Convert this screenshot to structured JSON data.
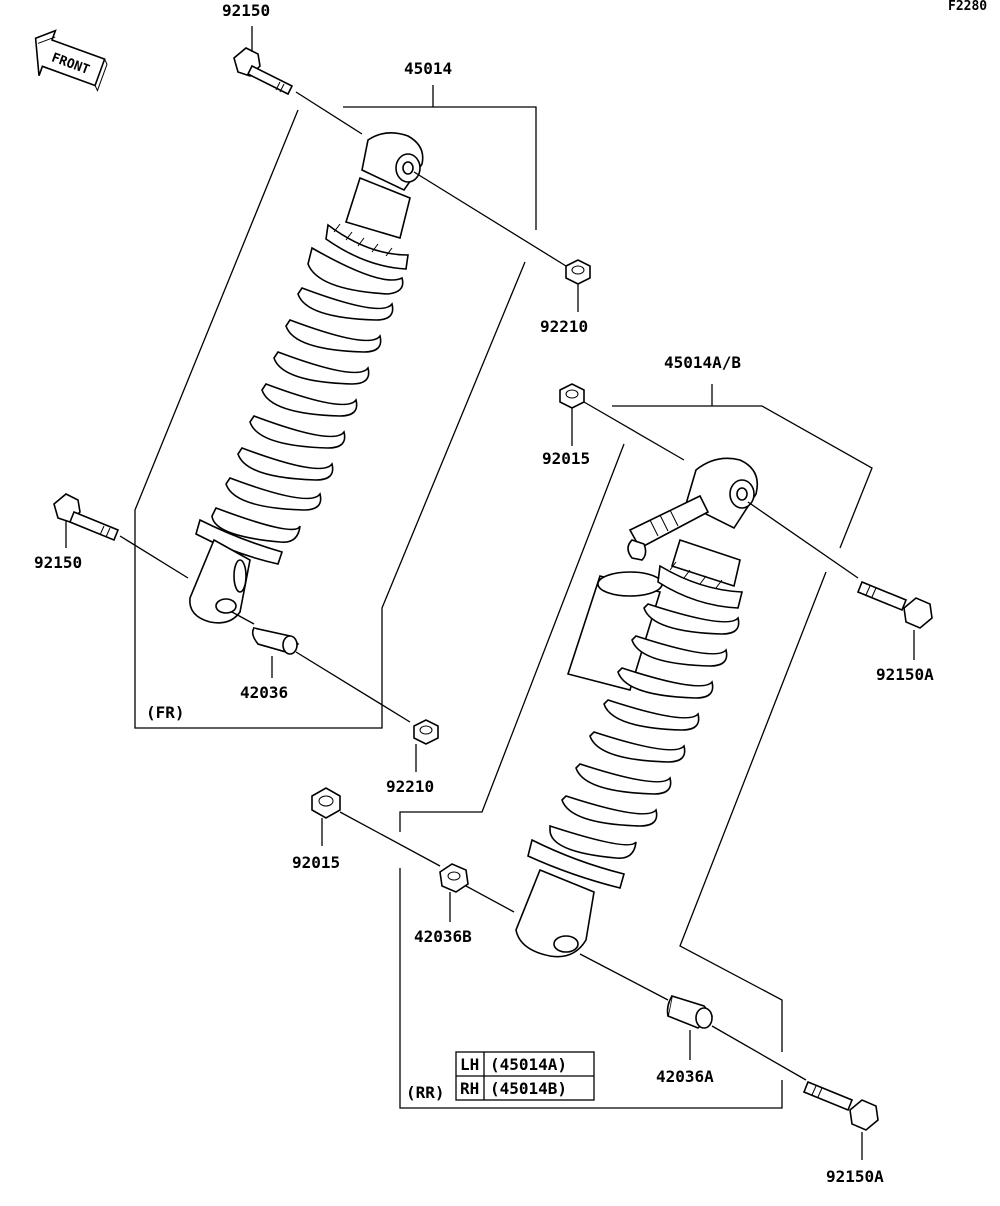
{
  "diagram_code": "F2280",
  "front_arrow": {
    "label": "FRONT",
    "icon": "front-arrow-icon"
  },
  "front_shock": {
    "assembly": "45014",
    "section": "(FR)",
    "parts": {
      "upper_bolt": "92150",
      "lower_bolt": "92150",
      "upper_nut": "92210",
      "lower_nut": "92210",
      "collar": "42036"
    }
  },
  "rear_shock": {
    "assembly": "45014A/B",
    "section": "(RR)",
    "parts": {
      "upper_nut": "92015",
      "lower_nut": "92015",
      "upper_bolt": "92150A",
      "lower_bolt": "92150A",
      "collar_b": "42036B",
      "collar_a": "42036A"
    },
    "legend": [
      {
        "side": "LH",
        "part": "(45014A)"
      },
      {
        "side": "RH",
        "part": "(45014B)"
      }
    ]
  }
}
